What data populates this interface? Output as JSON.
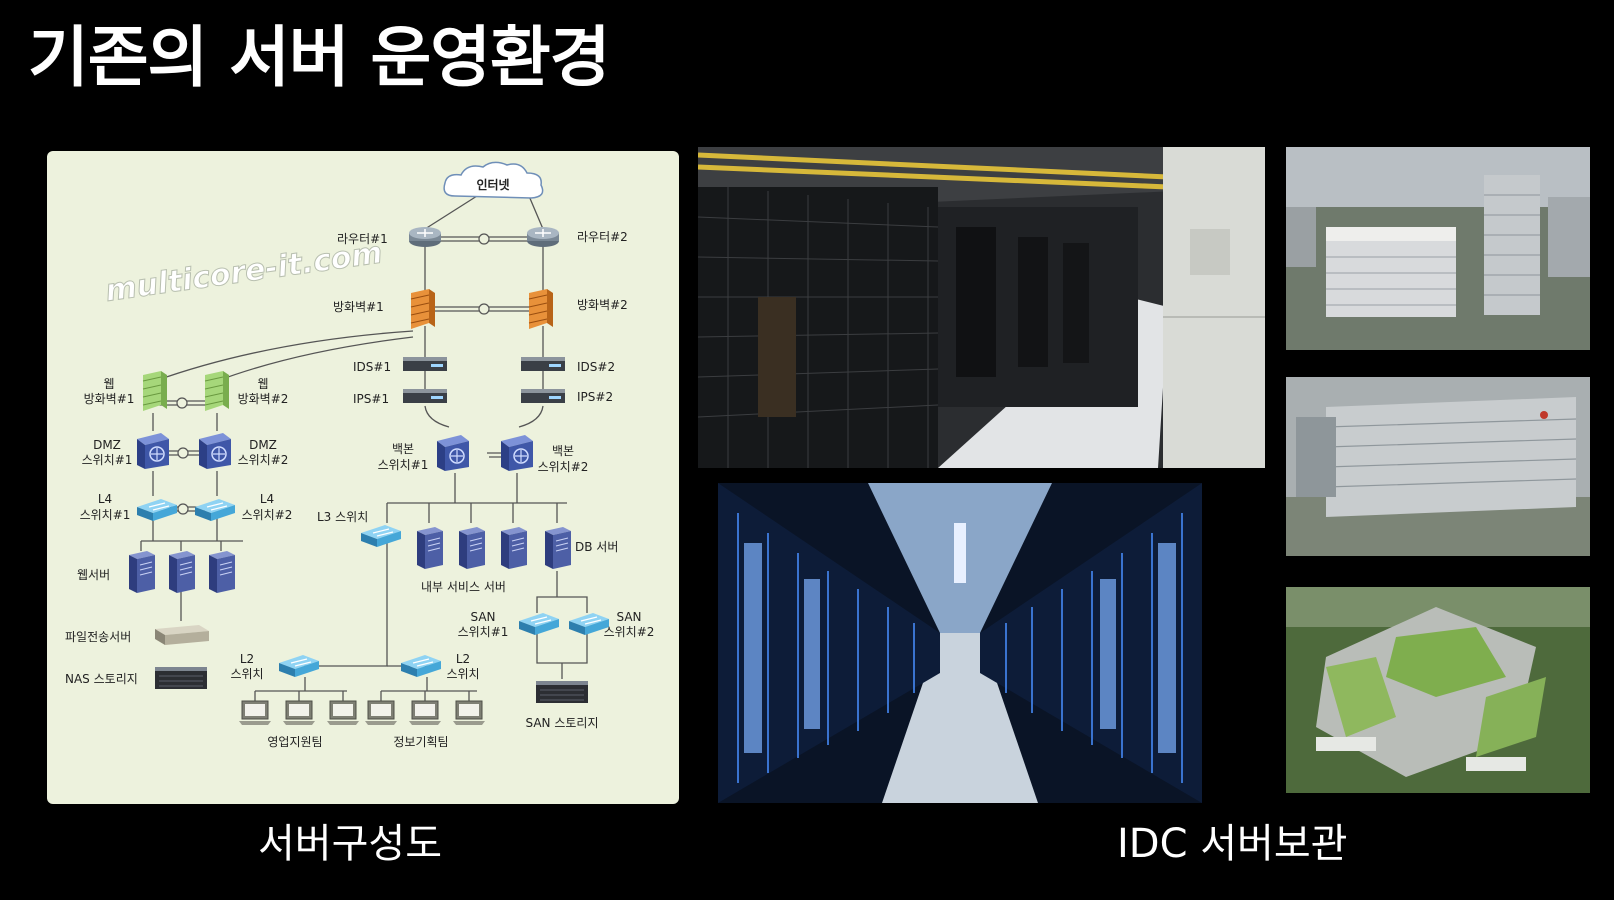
{
  "slide": {
    "title": "기존의 서버 운영환경",
    "left_caption": "서버구성도",
    "right_caption": "IDC 서버보관"
  },
  "diagram": {
    "watermark": "multicore-it.com",
    "labels": {
      "internet": "인터넷",
      "router1": "라우터#1",
      "router2": "라우터#2",
      "firewall1": "방화벽#1",
      "firewall2": "방화벽#2",
      "ids1": "IDS#1",
      "ids2": "IDS#2",
      "ips1": "IPS#1",
      "ips2": "IPS#2",
      "web_fw1_a": "웹",
      "web_fw1_b": "방화벽#1",
      "web_fw2_a": "웹",
      "web_fw2_b": "방화벽#2",
      "dmz1_a": "DMZ",
      "dmz1_b": "스위치#1",
      "dmz2_a": "DMZ",
      "dmz2_b": "스위치#2",
      "bb1_a": "백본",
      "bb1_b": "스위치#1",
      "bb2_a": "백본",
      "bb2_b": "스위치#2",
      "l4_1_a": "L4",
      "l4_1_b": "스위치#1",
      "l4_2_a": "L4",
      "l4_2_b": "스위치#2",
      "l3": "L3 스위치",
      "db": "DB 서버",
      "web_server": "웹서버",
      "internal": "내부 서비스 서버",
      "san1_a": "SAN",
      "san1_b": "스위치#1",
      "san2_a": "SAN",
      "san2_b": "스위치#2",
      "file_server": "파일전송서버",
      "l2_left_a": "L2",
      "l2_left_b": "스위치",
      "l2_right_a": "L2",
      "l2_right_b": "스위치",
      "nas": "NAS 스토리지",
      "san_storage": "SAN 스토리지",
      "sales_team": "영업지원팀",
      "planning_team": "정보기획팀"
    }
  },
  "colors": {
    "background": "#000000",
    "panel": "#edf2dd",
    "firewall": "#e8913a",
    "web_firewall": "#a6d77a",
    "switch": "#3f57a8",
    "l4_switch": "#45a7d8",
    "server": "#4d5fa6"
  }
}
